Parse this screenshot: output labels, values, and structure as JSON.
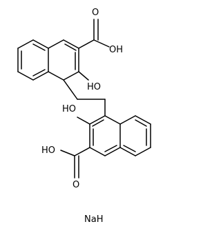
{
  "molecule": {
    "labels": {
      "o_carbonyl_top": "O",
      "oh_acid_top": "OH",
      "ho_phenol_top": "HO",
      "ho_phenol_bottom": "HO",
      "ho_acid_bottom": "HO",
      "o_carbonyl_bottom": "O",
      "counterion": "NaH"
    }
  }
}
